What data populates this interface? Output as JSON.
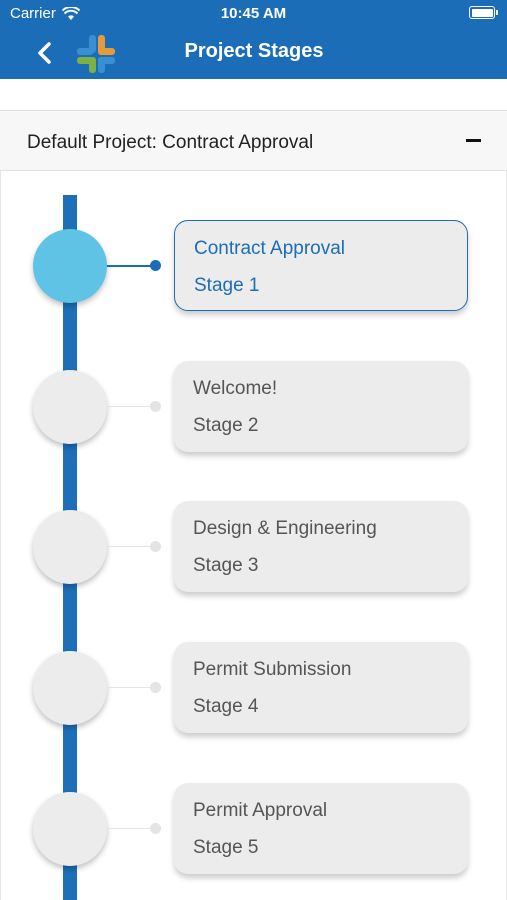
{
  "status_bar": {
    "carrier": "Carrier",
    "time": "10:45 AM"
  },
  "nav": {
    "title": "Project Stages",
    "back_icon": "chevron-left-icon",
    "logo_icon": "app-logo-icon"
  },
  "section": {
    "title": "Default Project: Contract Approval",
    "collapse_icon": "minus-icon"
  },
  "colors": {
    "brand_blue": "#1c6db7",
    "active_node": "#5ec3e4",
    "card_bg": "#ececed",
    "logo_blue": "#3a8fd0",
    "logo_orange": "#e59a3b",
    "logo_green": "#7fb046"
  },
  "stages": [
    {
      "title": "Contract Approval",
      "subtitle": "Stage 1",
      "active": true
    },
    {
      "title": "Welcome!",
      "subtitle": "Stage 2",
      "active": false
    },
    {
      "title": "Design & Engineering",
      "subtitle": "Stage 3",
      "active": false
    },
    {
      "title": "Permit Submission",
      "subtitle": "Stage 4",
      "active": false
    },
    {
      "title": "Permit Approval",
      "subtitle": "Stage 5",
      "active": false
    }
  ]
}
